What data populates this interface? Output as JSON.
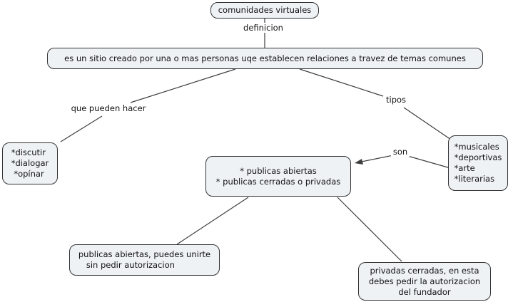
{
  "nodes": {
    "root": {
      "text": "comunidades virtuales"
    },
    "definition": {
      "text": "es un sitio creado por una o mas personas uqe establecen relaciones a travez de temas comunes"
    },
    "actions": {
      "text": "*discutir\n*dialogar\n *opínar"
    },
    "types": {
      "text": "*musicales\n*deportivas\n*arte\n*literarias"
    },
    "kinds": {
      "text": "* publicas abiertas\n* publicas cerradas o privadas"
    },
    "open": {
      "text": "publicas abiertas, puedes unirte\n   sin pedir autorizacion"
    },
    "private": {
      "text": "privadas cerradas, en esta\ndebes pedir la autorizacion\ndel fundador"
    }
  },
  "labels": {
    "definicion": "definicion",
    "que_pueden_hacer": "que pueden hacer",
    "tipos": "tipos",
    "son": "son"
  },
  "colors": {
    "node_fill": "#eef2f5",
    "node_border": "#333333",
    "line": "#3d3d3d",
    "background": "#ffffff",
    "text": "#111111"
  }
}
